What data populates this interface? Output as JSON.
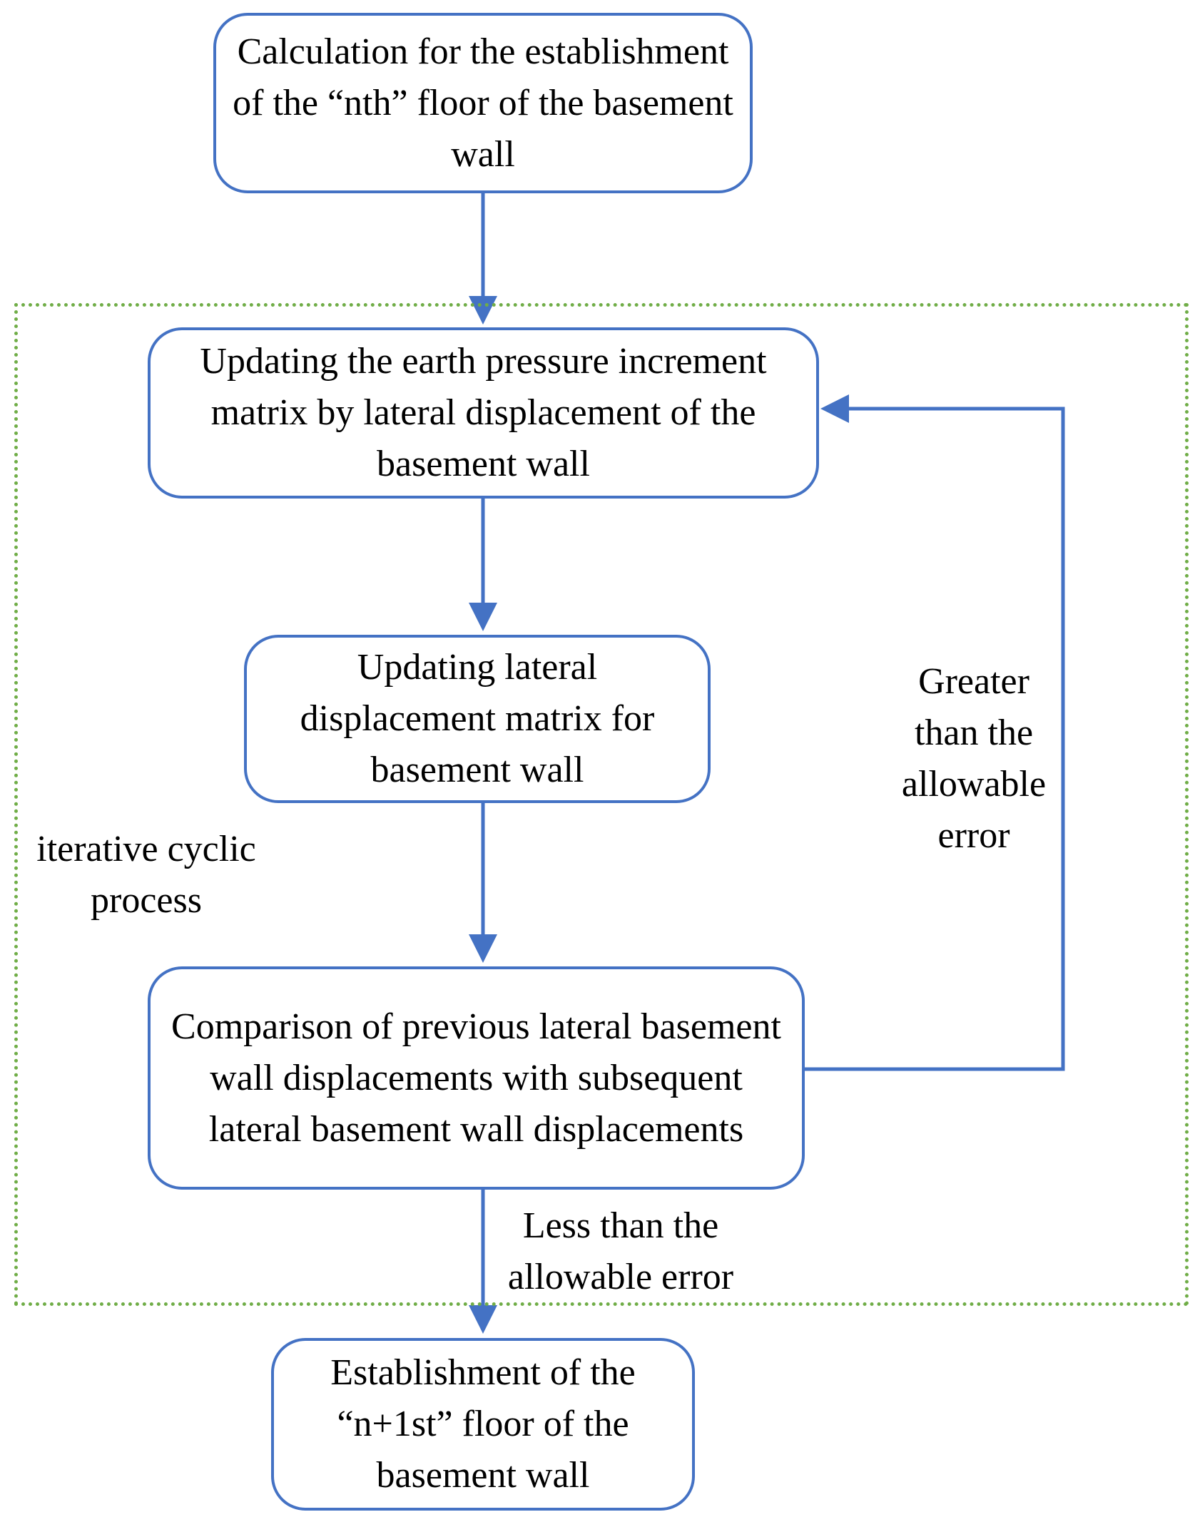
{
  "diagram": {
    "loop_label": "iterative cyclic process",
    "nodes": {
      "start": "Calculation for the establishment of the “nth” floor of the basement wall",
      "update_pressure": "Updating the earth pressure increment matrix by lateral displacement of the basement wall",
      "update_displacement": "Updating lateral displacement matrix for basement wall",
      "compare": "Comparison of previous lateral basement wall displacements with subsequent lateral basement wall displacements",
      "end": "Establishment of the “n+1st” floor of the basement wall"
    },
    "edge_labels": {
      "greater": "Greater than the allowable error",
      "less": "Less than the allowable error"
    },
    "colors": {
      "node_border": "#4472C4",
      "arrow": "#4472C4",
      "loop_border": "#70AD47"
    }
  }
}
